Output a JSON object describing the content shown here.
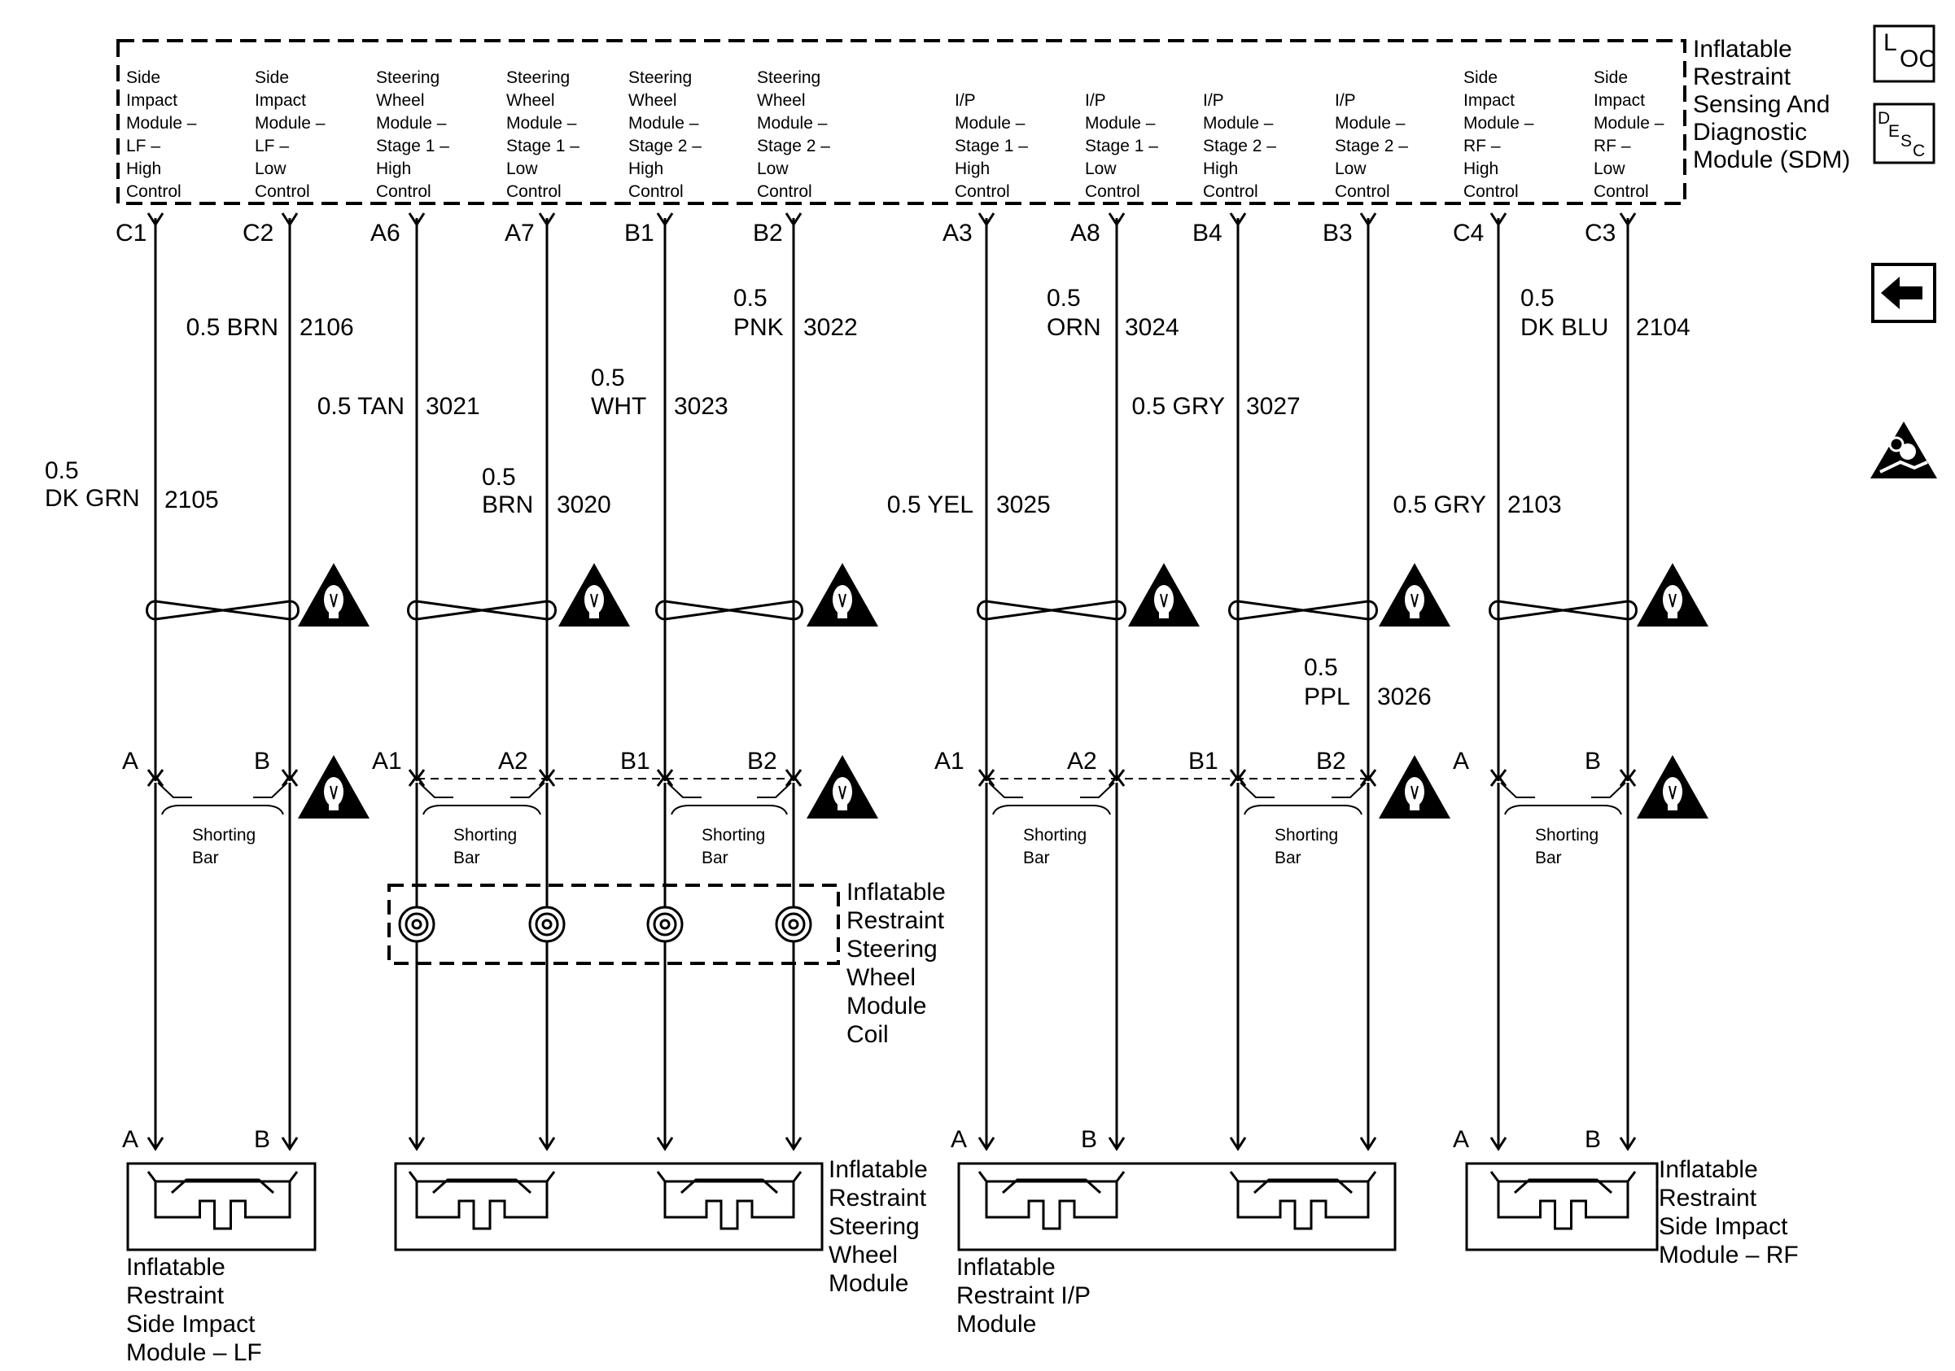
{
  "sdm": {
    "title": [
      "Inflatable",
      "Restraint",
      "Sensing And",
      "Diagnostic",
      "Module (SDM)"
    ],
    "channels": [
      {
        "lines": [
          "Side",
          "Impact",
          "Module –",
          "LF –",
          "High",
          "Control"
        ],
        "pin": "C1"
      },
      {
        "lines": [
          "Side",
          "Impact",
          "Module –",
          "LF –",
          "Low",
          "Control"
        ],
        "pin": "C2"
      },
      {
        "lines": [
          "Steering",
          "Wheel",
          "Module –",
          "Stage 1 –",
          "High",
          "Control"
        ],
        "pin": "A6"
      },
      {
        "lines": [
          "Steering",
          "Wheel",
          "Module –",
          "Stage 1 –",
          "Low",
          "Control"
        ],
        "pin": "A7"
      },
      {
        "lines": [
          "Steering",
          "Wheel",
          "Module –",
          "Stage 2 –",
          "High",
          "Control"
        ],
        "pin": "B1"
      },
      {
        "lines": [
          "Steering",
          "Wheel",
          "Module –",
          "Stage 2 –",
          "Low",
          "Control"
        ],
        "pin": "B2"
      },
      {
        "lines": [
          "I/P",
          "Module –",
          "Stage 1 –",
          "High",
          "Control"
        ],
        "pin": "A3"
      },
      {
        "lines": [
          "I/P",
          "Module –",
          "Stage 1 –",
          "Low",
          "Control"
        ],
        "pin": "A8"
      },
      {
        "lines": [
          "I/P",
          "Module –",
          "Stage 2 –",
          "High",
          "Control"
        ],
        "pin": "B4"
      },
      {
        "lines": [
          "I/P",
          "Module –",
          "Stage 2 –",
          "Low",
          "Control"
        ],
        "pin": "B3"
      },
      {
        "lines": [
          "Side",
          "Impact",
          "Module –",
          "RF –",
          "High",
          "Control"
        ],
        "pin": "C4"
      },
      {
        "lines": [
          "Side",
          "Impact",
          "Module –",
          "RF –",
          "Low",
          "Control"
        ],
        "pin": "C3"
      }
    ]
  },
  "wires": [
    {
      "size": "0.5",
      "color": "DK GRN",
      "circuit": "2105"
    },
    {
      "size": "0.5",
      "color": "BRN",
      "circuit": "2106"
    },
    {
      "size": "0.5",
      "color": "TAN",
      "circuit": "3021"
    },
    {
      "size": "0.5",
      "color": "BRN",
      "circuit": "3020"
    },
    {
      "size": "0.5",
      "color": "WHT",
      "circuit": "3023"
    },
    {
      "size": "0.5",
      "color": "PNK",
      "circuit": "3022"
    },
    {
      "size": "0.5",
      "color": "YEL",
      "circuit": "3025"
    },
    {
      "size": "0.5",
      "color": "ORN",
      "circuit": "3024"
    },
    {
      "size": "0.5",
      "color": "GRY",
      "circuit": "3027"
    },
    {
      "size": "0.5",
      "color": "PPL",
      "circuit": "3026"
    },
    {
      "size": "0.5",
      "color": "GRY",
      "circuit": "2103"
    },
    {
      "size": "0.5",
      "color": "DK BLU",
      "circuit": "2104"
    }
  ],
  "connector_pins": [
    "A",
    "B",
    "A1",
    "A2",
    "B1",
    "B2",
    "A1",
    "A2",
    "B1",
    "B2",
    "A",
    "B"
  ],
  "module_pins": [
    "A",
    "B",
    "",
    "",
    "",
    "",
    "A",
    "B",
    "",
    "",
    "A",
    "B"
  ],
  "shorting_bar": [
    "Shorting",
    "Bar"
  ],
  "coil_label": [
    "Inflatable",
    "Restraint",
    "Steering",
    "Wheel",
    "Module",
    "Coil"
  ],
  "modules": [
    {
      "lines": [
        "Inflatable",
        "Restraint",
        "Side Impact",
        "Module – LF"
      ]
    },
    {
      "lines": [
        "Inflatable",
        "Restraint",
        "Steering",
        "Wheel",
        "Module"
      ]
    },
    {
      "lines": [
        "Inflatable",
        "Restraint I/P",
        "Module"
      ]
    },
    {
      "lines": [
        "Inflatable",
        "Restraint",
        "Side Impact",
        "Module – RF"
      ]
    }
  ],
  "nav": {
    "loc": {
      "main": "L",
      "sub": "OC"
    },
    "desc": {
      "main": "D",
      "mid": "E",
      "s": "S",
      "c": "C"
    },
    "back_icon": "left-arrow-icon",
    "airbag_icon": "airbag-warning-icon"
  }
}
